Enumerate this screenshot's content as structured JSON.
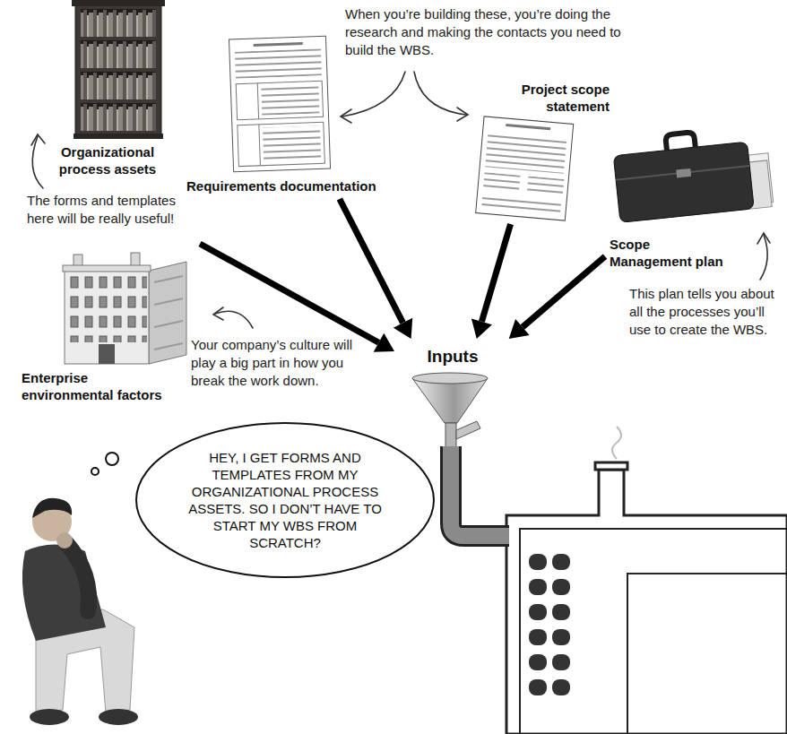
{
  "diagram": {
    "nodes": [
      {
        "text": [
          "Organizational process assets"
        ]
      },
      {
        "text": [
          "Requirements documentation"
        ]
      },
      {
        "text": [
          "Project scope statement"
        ]
      },
      {
        "text": [
          "Scope Management plan"
        ]
      },
      {
        "text": [
          "Enterprise environmental factors"
        ]
      },
      {
        "text": [
          "Inputs"
        ]
      },
      {
        "text": [
          "HEY, I GET FORMS AND TEMPLATES FROM MY ORGANIZATIONAL PROCESS ASSETS. SO I DON’T HAVE TO START MY WBS FROM SCRATCH?"
        ]
      }
    ],
    "edges": [
      {
        "from": 0,
        "to": 5,
        "arrow": "to"
      },
      {
        "from": 1,
        "to": 5,
        "arrow": "to"
      },
      {
        "from": 2,
        "to": 5,
        "arrow": "to"
      },
      {
        "from": 3,
        "to": 5,
        "arrow": "to"
      }
    ],
    "labels": [
      "When you’re building these, you’re doing the research and making the contacts you need to build the WBS.",
      "The forms and templates here will be really useful!",
      "This plan tells you about all the processes you’ll use to create the WBS.",
      "Your company’s culture will play a big part in how you break the work down."
    ]
  }
}
